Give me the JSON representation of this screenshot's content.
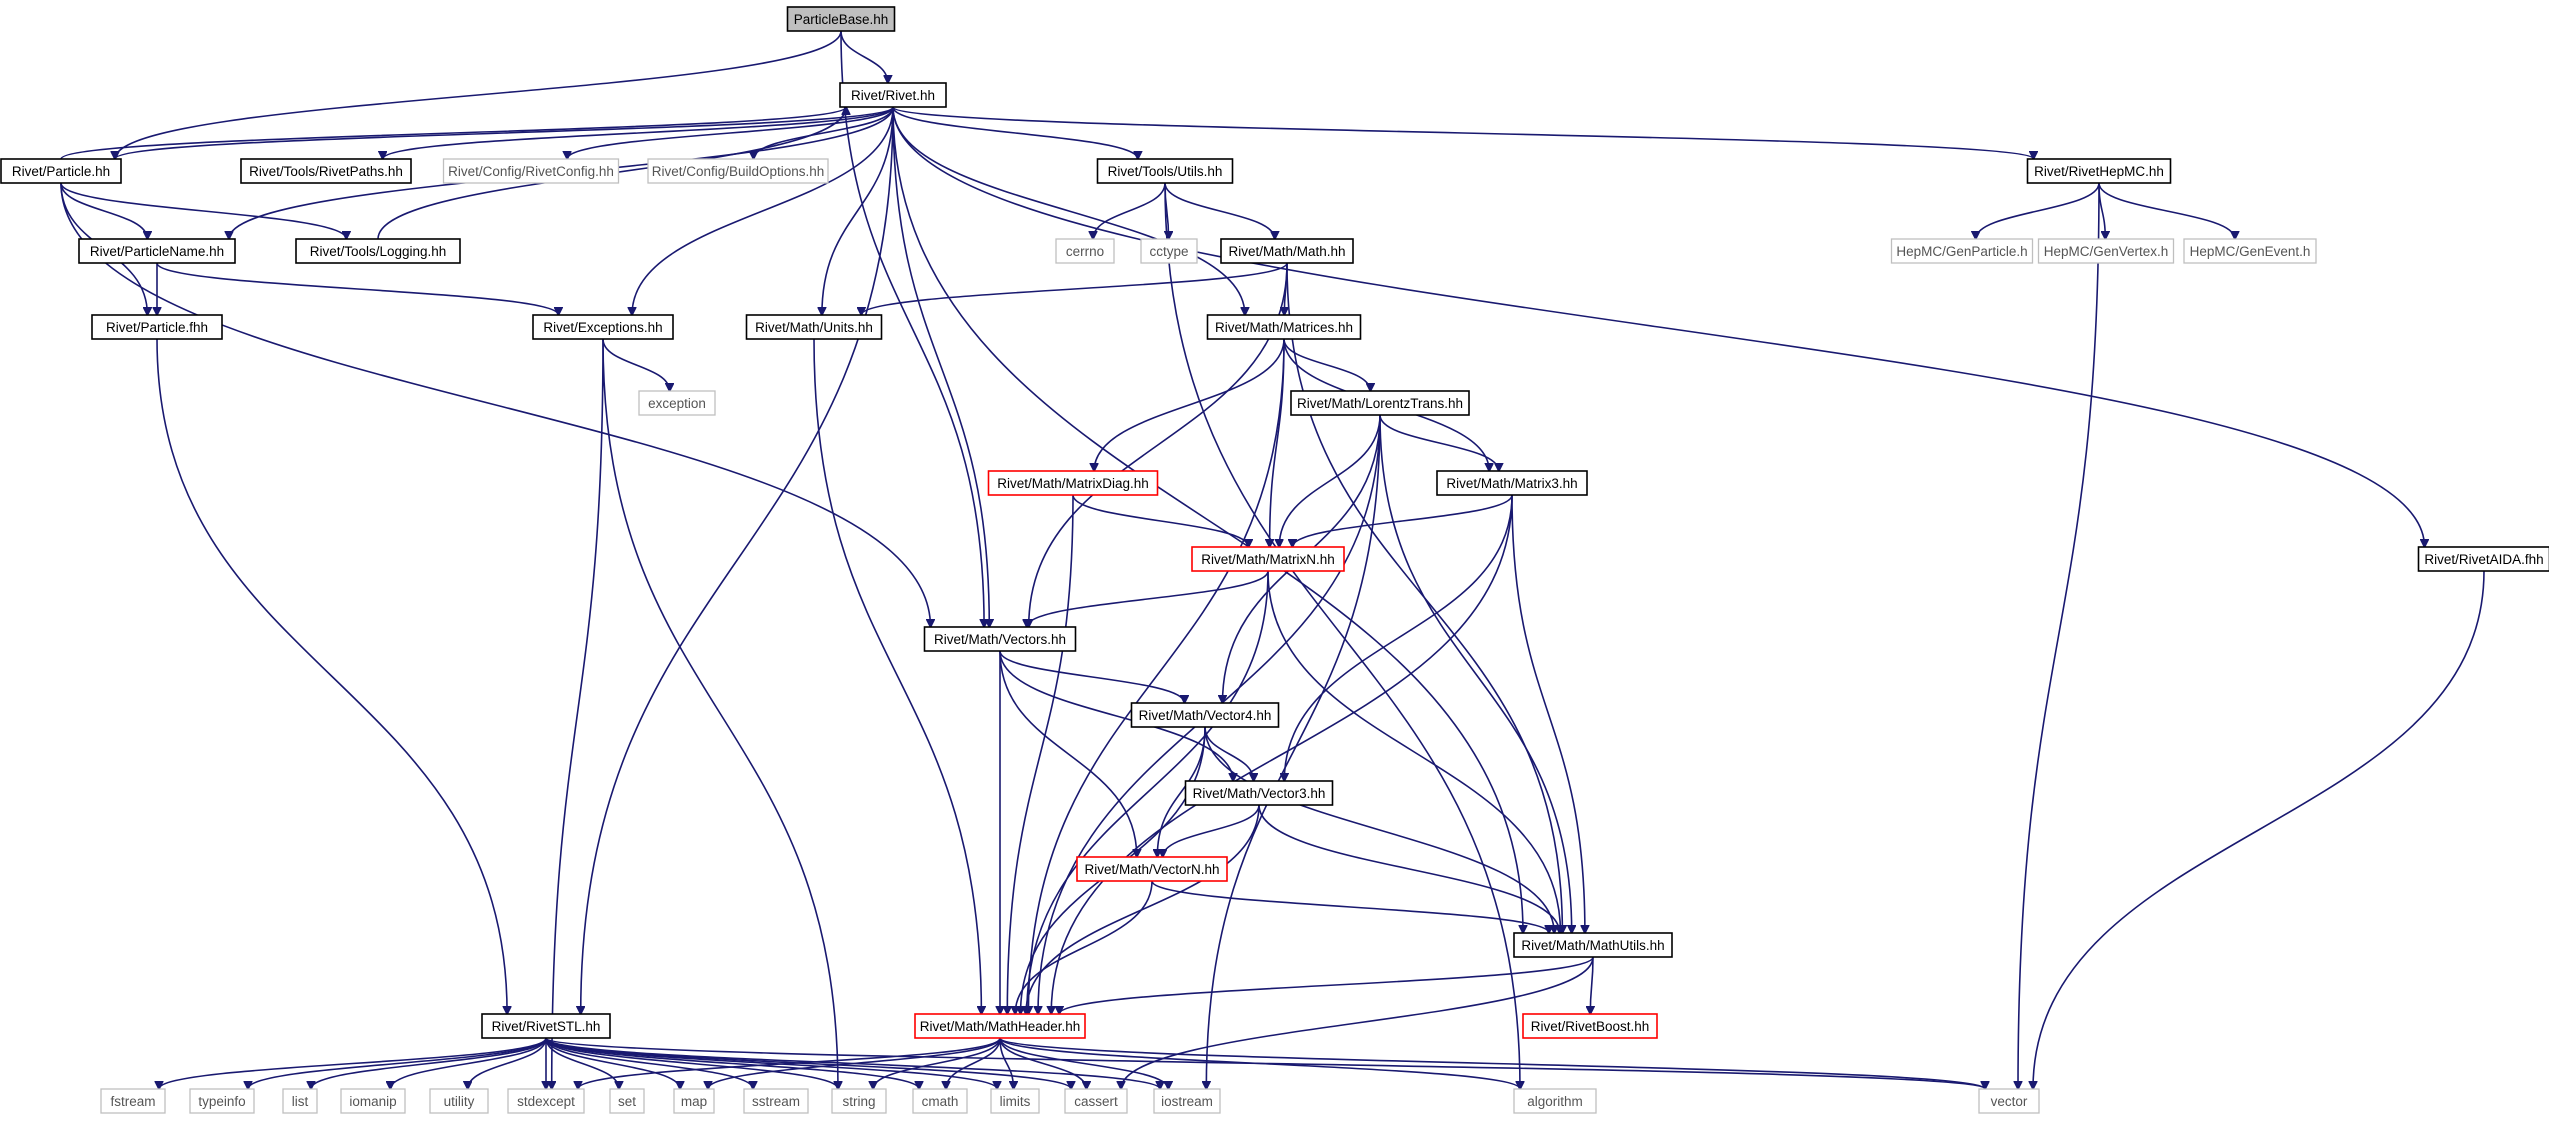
{
  "graph": {
    "nodes": [
      {
        "id": "particlebase",
        "label": "ParticleBase.hh",
        "style": "filled"
      },
      {
        "id": "rivet",
        "label": "Rivet/Rivet.hh",
        "style": "normal"
      },
      {
        "id": "particle",
        "label": "Rivet/Particle.hh",
        "style": "normal"
      },
      {
        "id": "rivetpaths",
        "label": "Rivet/Tools/RivetPaths.hh",
        "style": "normal"
      },
      {
        "id": "rivetconfig",
        "label": "Rivet/Config/RivetConfig.hh",
        "style": "grey"
      },
      {
        "id": "buildoptions",
        "label": "Rivet/Config/BuildOptions.hh",
        "style": "grey"
      },
      {
        "id": "utils",
        "label": "Rivet/Tools/Utils.hh",
        "style": "normal"
      },
      {
        "id": "rivethepmc",
        "label": "Rivet/RivetHepMC.hh",
        "style": "normal"
      },
      {
        "id": "particlename",
        "label": "Rivet/ParticleName.hh",
        "style": "normal"
      },
      {
        "id": "logging",
        "label": "Rivet/Tools/Logging.hh",
        "style": "normal"
      },
      {
        "id": "cerrno",
        "label": "cerrno",
        "style": "grey"
      },
      {
        "id": "cctype",
        "label": "cctype",
        "style": "grey"
      },
      {
        "id": "math",
        "label": "Rivet/Math/Math.hh",
        "style": "normal"
      },
      {
        "id": "genparticle",
        "label": "HepMC/GenParticle.h",
        "style": "grey"
      },
      {
        "id": "genvertex",
        "label": "HepMC/GenVertex.h",
        "style": "grey"
      },
      {
        "id": "genevent",
        "label": "HepMC/GenEvent.h",
        "style": "grey"
      },
      {
        "id": "particlefhh",
        "label": "Rivet/Particle.fhh",
        "style": "normal"
      },
      {
        "id": "exceptions",
        "label": "Rivet/Exceptions.hh",
        "style": "normal"
      },
      {
        "id": "units",
        "label": "Rivet/Math/Units.hh",
        "style": "normal"
      },
      {
        "id": "matrices",
        "label": "Rivet/Math/Matrices.hh",
        "style": "normal"
      },
      {
        "id": "exception",
        "label": "exception",
        "style": "grey"
      },
      {
        "id": "lorentztrans",
        "label": "Rivet/Math/LorentzTrans.hh",
        "style": "normal"
      },
      {
        "id": "matrixdiag",
        "label": "Rivet/Math/MatrixDiag.hh",
        "style": "red"
      },
      {
        "id": "matrix3",
        "label": "Rivet/Math/Matrix3.hh",
        "style": "normal"
      },
      {
        "id": "matrixn",
        "label": "Rivet/Math/MatrixN.hh",
        "style": "red"
      },
      {
        "id": "rivetaida",
        "label": "Rivet/RivetAIDA.fhh",
        "style": "normal"
      },
      {
        "id": "vectors",
        "label": "Rivet/Math/Vectors.hh",
        "style": "normal"
      },
      {
        "id": "vector4",
        "label": "Rivet/Math/Vector4.hh",
        "style": "normal"
      },
      {
        "id": "vector3",
        "label": "Rivet/Math/Vector3.hh",
        "style": "normal"
      },
      {
        "id": "vectorn",
        "label": "Rivet/Math/VectorN.hh",
        "style": "red"
      },
      {
        "id": "mathutils",
        "label": "Rivet/Math/MathUtils.hh",
        "style": "normal"
      },
      {
        "id": "rivetstl",
        "label": "Rivet/RivetSTL.hh",
        "style": "normal"
      },
      {
        "id": "mathheader",
        "label": "Rivet/Math/MathHeader.hh",
        "style": "red"
      },
      {
        "id": "rivetboost",
        "label": "Rivet/RivetBoost.hh",
        "style": "red"
      },
      {
        "id": "fstream",
        "label": "fstream",
        "style": "grey"
      },
      {
        "id": "typeinfo",
        "label": "typeinfo",
        "style": "grey"
      },
      {
        "id": "list",
        "label": "list",
        "style": "grey"
      },
      {
        "id": "iomanip",
        "label": "iomanip",
        "style": "grey"
      },
      {
        "id": "utility",
        "label": "utility",
        "style": "grey"
      },
      {
        "id": "stdexcept",
        "label": "stdexcept",
        "style": "grey"
      },
      {
        "id": "set",
        "label": "set",
        "style": "grey"
      },
      {
        "id": "map",
        "label": "map",
        "style": "grey"
      },
      {
        "id": "sstream",
        "label": "sstream",
        "style": "grey"
      },
      {
        "id": "string",
        "label": "string",
        "style": "grey"
      },
      {
        "id": "cmath",
        "label": "cmath",
        "style": "grey"
      },
      {
        "id": "limits",
        "label": "limits",
        "style": "grey"
      },
      {
        "id": "cassert",
        "label": "cassert",
        "style": "grey"
      },
      {
        "id": "iostream",
        "label": "iostream",
        "style": "grey"
      },
      {
        "id": "algorithm",
        "label": "algorithm",
        "style": "grey"
      },
      {
        "id": "vector",
        "label": "vector",
        "style": "grey"
      }
    ],
    "edges": [
      [
        "particlebase",
        "rivet"
      ],
      [
        "particlebase",
        "particle"
      ],
      [
        "particlebase",
        "vectors"
      ],
      [
        "rivet",
        "particle"
      ],
      [
        "rivet",
        "rivetpaths"
      ],
      [
        "rivet",
        "rivetconfig"
      ],
      [
        "rivet",
        "buildoptions"
      ],
      [
        "rivet",
        "utils"
      ],
      [
        "rivet",
        "rivethepmc"
      ],
      [
        "rivet",
        "particlename"
      ],
      [
        "rivet",
        "exceptions"
      ],
      [
        "rivet",
        "units"
      ],
      [
        "rivet",
        "matrices"
      ],
      [
        "rivet",
        "vectors"
      ],
      [
        "rivet",
        "mathutils"
      ],
      [
        "rivet",
        "rivetaida"
      ],
      [
        "rivet",
        "rivetstl"
      ],
      [
        "particle",
        "rivet"
      ],
      [
        "particle",
        "particlename"
      ],
      [
        "particle",
        "logging"
      ],
      [
        "particle",
        "particlefhh"
      ],
      [
        "particle",
        "vectors"
      ],
      [
        "logging",
        "rivet"
      ],
      [
        "particlename",
        "particlefhh"
      ],
      [
        "particlename",
        "exceptions"
      ],
      [
        "particlefhh",
        "rivetstl"
      ],
      [
        "utils",
        "cerrno"
      ],
      [
        "utils",
        "cctype"
      ],
      [
        "utils",
        "math"
      ],
      [
        "utils",
        "algorithm"
      ],
      [
        "rivethepmc",
        "genparticle"
      ],
      [
        "rivethepmc",
        "genvertex"
      ],
      [
        "rivethepmc",
        "genevent"
      ],
      [
        "rivethepmc",
        "vector"
      ],
      [
        "math",
        "units"
      ],
      [
        "math",
        "matrices"
      ],
      [
        "math",
        "vectors"
      ],
      [
        "math",
        "mathutils"
      ],
      [
        "exceptions",
        "exception"
      ],
      [
        "exceptions",
        "stdexcept"
      ],
      [
        "exceptions",
        "string"
      ],
      [
        "units",
        "mathheader"
      ],
      [
        "matrices",
        "lorentztrans"
      ],
      [
        "matrices",
        "matrixdiag"
      ],
      [
        "matrices",
        "matrix3"
      ],
      [
        "matrices",
        "matrixn"
      ],
      [
        "matrices",
        "mathheader"
      ],
      [
        "lorentztrans",
        "matrix3"
      ],
      [
        "lorentztrans",
        "matrixn"
      ],
      [
        "lorentztrans",
        "vector4"
      ],
      [
        "lorentztrans",
        "mathutils"
      ],
      [
        "lorentztrans",
        "mathheader"
      ],
      [
        "lorentztrans",
        "iostream"
      ],
      [
        "matrixdiag",
        "matrixn"
      ],
      [
        "matrixdiag",
        "mathheader"
      ],
      [
        "matrix3",
        "matrixn"
      ],
      [
        "matrix3",
        "vector3"
      ],
      [
        "matrix3",
        "mathutils"
      ],
      [
        "matrix3",
        "mathheader"
      ],
      [
        "matrixn",
        "vectors"
      ],
      [
        "matrixn",
        "mathutils"
      ],
      [
        "matrixn",
        "mathheader"
      ],
      [
        "rivetaida",
        "vector"
      ],
      [
        "vectors",
        "vector4"
      ],
      [
        "vectors",
        "vector3"
      ],
      [
        "vectors",
        "vectorn"
      ],
      [
        "vectors",
        "mathheader"
      ],
      [
        "vector4",
        "vector3"
      ],
      [
        "vector4",
        "vectorn"
      ],
      [
        "vector4",
        "mathutils"
      ],
      [
        "vector4",
        "mathheader"
      ],
      [
        "vector3",
        "vectorn"
      ],
      [
        "vector3",
        "mathutils"
      ],
      [
        "vector3",
        "mathheader"
      ],
      [
        "vectorn",
        "mathutils"
      ],
      [
        "vectorn",
        "mathheader"
      ],
      [
        "mathutils",
        "mathheader"
      ],
      [
        "mathutils",
        "rivetboost"
      ],
      [
        "mathutils",
        "cassert"
      ],
      [
        "rivetstl",
        "fstream"
      ],
      [
        "rivetstl",
        "typeinfo"
      ],
      [
        "rivetstl",
        "list"
      ],
      [
        "rivetstl",
        "iomanip"
      ],
      [
        "rivetstl",
        "utility"
      ],
      [
        "rivetstl",
        "stdexcept"
      ],
      [
        "rivetstl",
        "set"
      ],
      [
        "rivetstl",
        "map"
      ],
      [
        "rivetstl",
        "sstream"
      ],
      [
        "rivetstl",
        "string"
      ],
      [
        "rivetstl",
        "cmath"
      ],
      [
        "rivetstl",
        "limits"
      ],
      [
        "rivetstl",
        "cassert"
      ],
      [
        "rivetstl",
        "iostream"
      ],
      [
        "rivetstl",
        "vector"
      ],
      [
        "mathheader",
        "stdexcept"
      ],
      [
        "mathheader",
        "map"
      ],
      [
        "mathheader",
        "string"
      ],
      [
        "mathheader",
        "cmath"
      ],
      [
        "mathheader",
        "limits"
      ],
      [
        "mathheader",
        "cassert"
      ],
      [
        "mathheader",
        "iostream"
      ],
      [
        "mathheader",
        "algorithm"
      ],
      [
        "mathheader",
        "vector"
      ]
    ]
  }
}
